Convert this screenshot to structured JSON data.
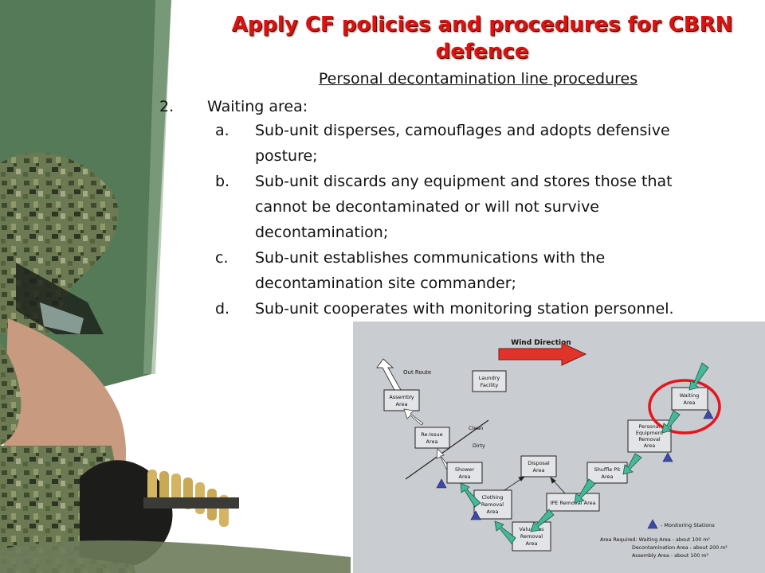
{
  "slide": {
    "title": "Apply CF policies and procedures for CBRN defence",
    "subtitle": "Personal decontamination line procedures",
    "item_number": "2.",
    "item_heading": "Waiting area:",
    "sub_items": [
      {
        "letter": "a.",
        "text": "Sub-unit disperses, camouflages and adopts defensive posture;"
      },
      {
        "letter": "b.",
        "text": "Sub-unit discards any equipment and stores those that cannot be decontaminated or will not survive decontamination;"
      },
      {
        "letter": "c.",
        "text": "Sub-unit establishes communications with the decontamination site commander;"
      },
      {
        "letter": "d.",
        "text": "Sub-unit cooperates with monitoring station personnel."
      }
    ]
  },
  "diagram": {
    "wind_label": "Wind Direction",
    "out_route": "Out Route",
    "laundry": [
      "Laundry",
      "Facility"
    ],
    "assembly": [
      "Assembly",
      "Area"
    ],
    "reissue": [
      "Re-Issue",
      "Area"
    ],
    "clean": "Clean",
    "dirty": "Dirty",
    "waiting": [
      "Waiting",
      "Area"
    ],
    "personal_equipment": [
      "Personal",
      "Equipment",
      "Removal",
      "Area"
    ],
    "shuffle_pit": [
      "Shuffle Pit",
      "Area"
    ],
    "disposal": [
      "Disposal",
      "Area"
    ],
    "shower": [
      "Shower",
      "Area"
    ],
    "clothing": [
      "Clothing",
      "Removal",
      "Area"
    ],
    "ipe": "IPE Removal Area",
    "valuables": [
      "Valuables",
      "Removal",
      "Area"
    ],
    "legend_monitoring": "- Monitoring Stations",
    "area_required": [
      "Area Required: Waiting Area - about 100 m²",
      "Decontamination Area - about 200 m²",
      "Assembly Area - about 100 m²"
    ],
    "colors": {
      "arrow": "#44b899",
      "wind": "#e0342a",
      "highlight": "#e8131b",
      "triangle": "#3b4aa8"
    }
  }
}
